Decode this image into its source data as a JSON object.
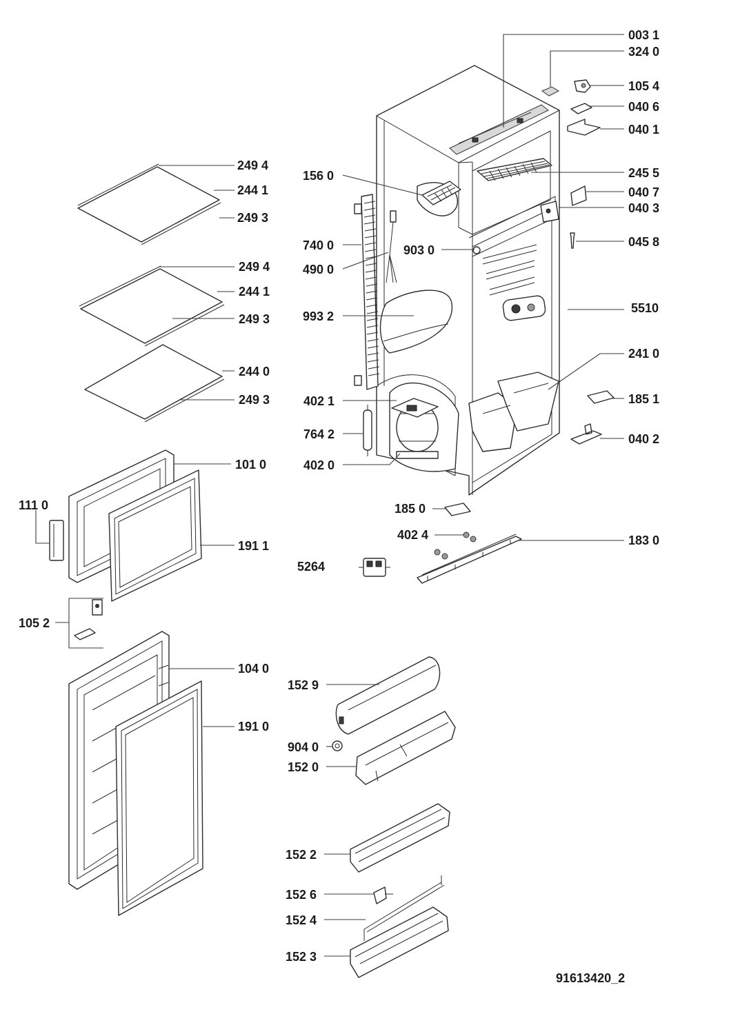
{
  "drawing_id": "91613420_2",
  "labels": {
    "l_0031": "003 1",
    "l_3240": "324 0",
    "l_1054": "105 4",
    "l_0406": "040 6",
    "l_0401": "040 1",
    "l_2455": "245 5",
    "l_0407": "040 7",
    "l_0403": "040 3",
    "l_0458": "045 8",
    "l_5510": "5510",
    "l_2410": "241 0",
    "l_1851": "185 1",
    "l_0402": "040 2",
    "l_1560": "156 0",
    "l_7400": "740 0",
    "l_4900": "490 0",
    "l_9030": "903 0",
    "l_9932": "993 2",
    "l_4021": "402 1",
    "l_7642": "764 2",
    "l_4020": "402 0",
    "l_1850": "185 0",
    "l_4024": "402 4",
    "l_1830": "183 0",
    "l_5264": "5264",
    "l_2494a": "249 4",
    "l_2441a": "244 1",
    "l_2493a": "249 3",
    "l_2494b": "249 4",
    "l_2441b": "244 1",
    "l_2493b": "249 3",
    "l_2440": "244 0",
    "l_2493c": "249 3",
    "l_1010": "101 0",
    "l_1110": "111 0",
    "l_1911": "191 1",
    "l_1052": "105 2",
    "l_1040": "104 0",
    "l_1910": "191 0",
    "l_1529": "152 9",
    "l_9040": "904 0",
    "l_1520": "152 0",
    "l_1522": "152 2",
    "l_1526": "152 6",
    "l_1524": "152 4",
    "l_1523": "152 3"
  }
}
